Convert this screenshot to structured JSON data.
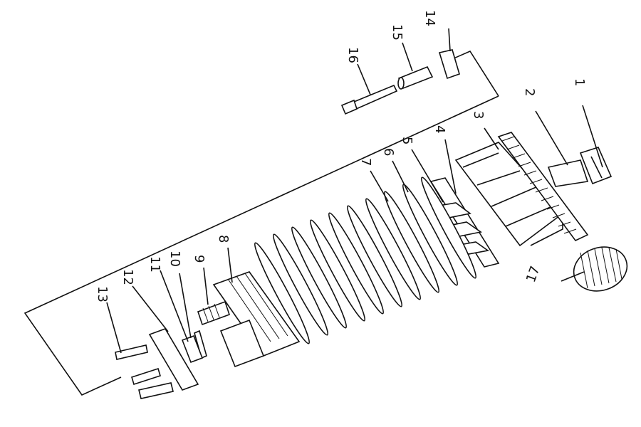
{
  "labels": [
    "1",
    "2",
    "3",
    "4",
    "5",
    "6",
    "7",
    "8",
    "9",
    "10",
    "11",
    "12",
    "13",
    "14",
    "15",
    "16",
    "17"
  ],
  "colors": {
    "ink": "#111111",
    "paper": "#ffffff"
  }
}
